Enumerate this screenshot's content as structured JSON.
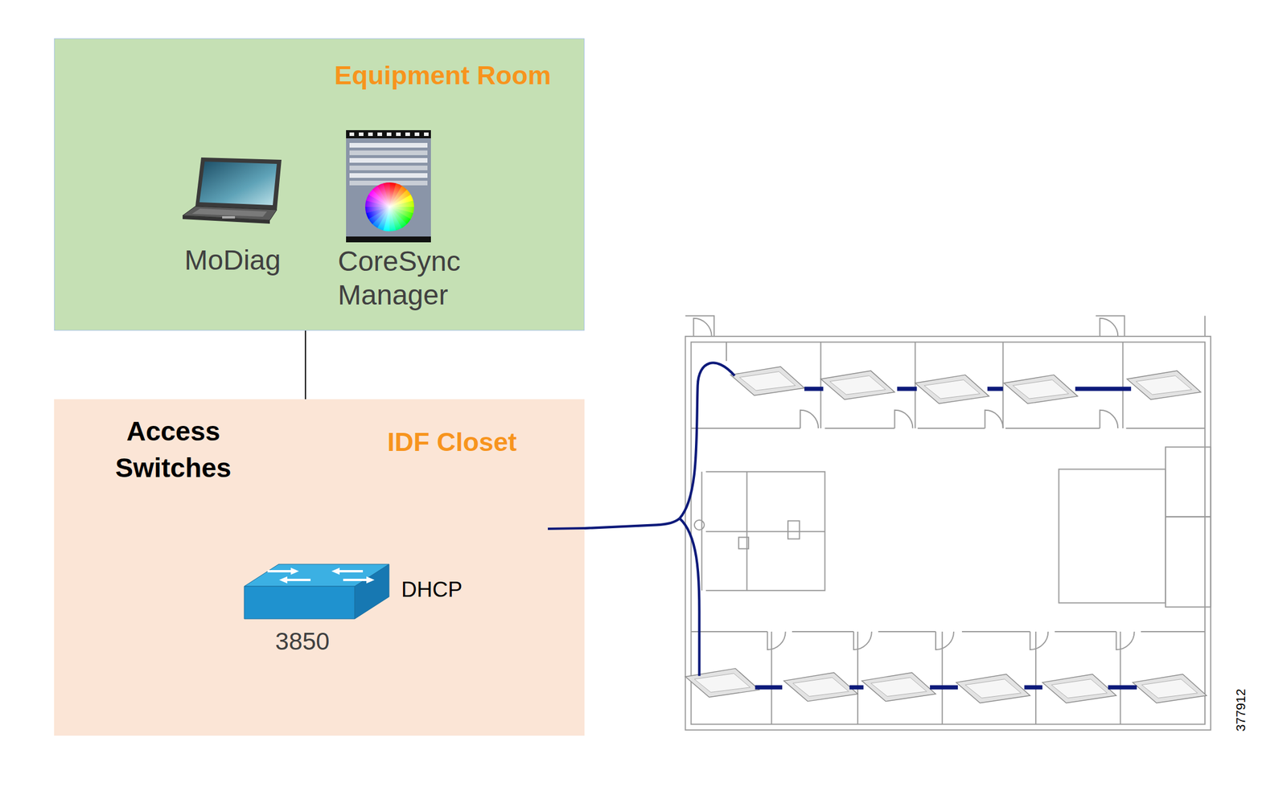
{
  "diagram": {
    "nodes": [
      {
        "text": [
          "Equipment Room"
        ]
      },
      {
        "text": [
          "MoDiag"
        ],
        "in": 0
      },
      {
        "text": [
          "CoreSync Manager"
        ],
        "in": 0
      },
      {
        "text": [
          "Access Switches",
          "IDF Closet"
        ]
      },
      {
        "text": [
          "DHCP",
          "3850"
        ],
        "in": 3
      }
    ],
    "edges": [
      {
        "from": 0,
        "to": 3,
        "arrow": "none"
      }
    ],
    "labels": [
      "377912"
    ]
  }
}
